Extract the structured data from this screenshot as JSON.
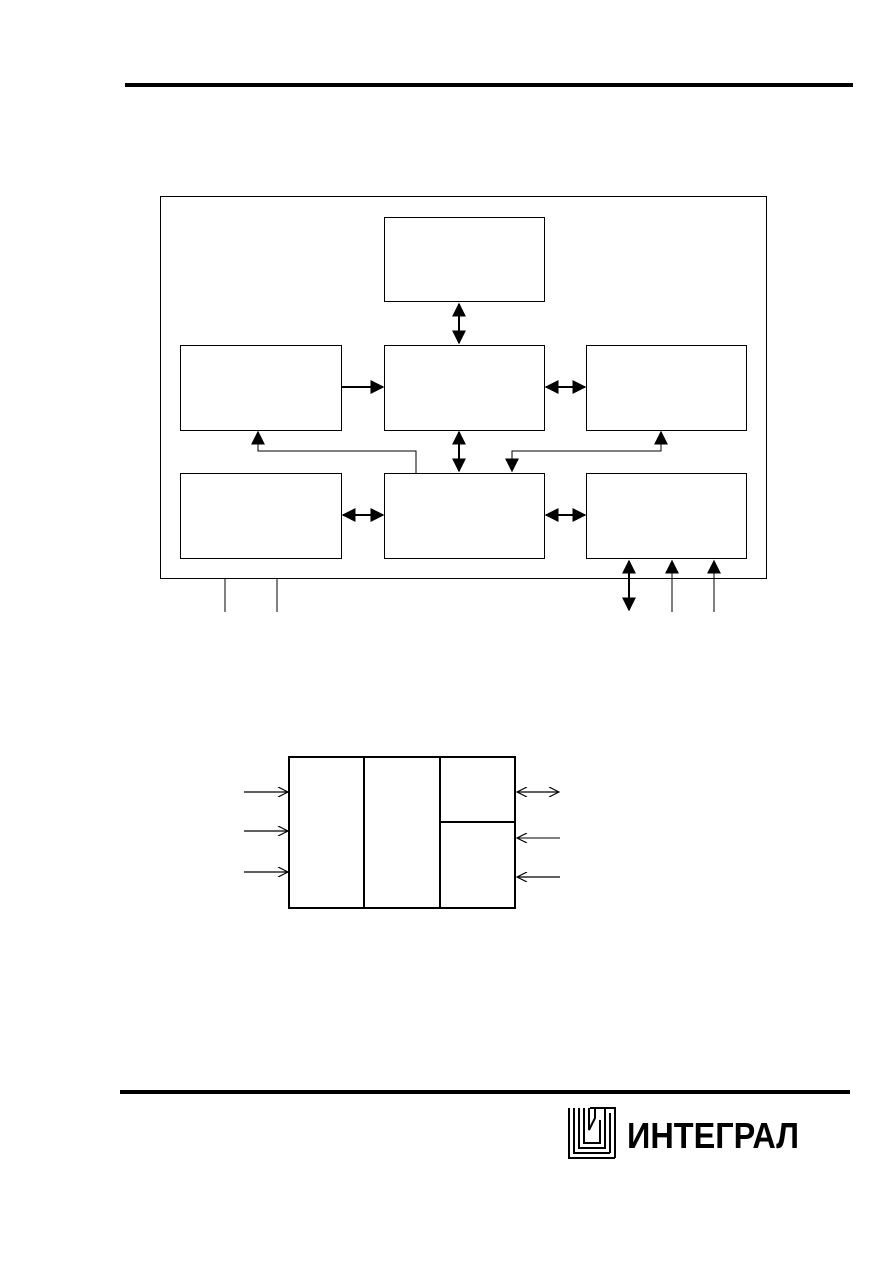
{
  "document": {
    "logo": {
      "brand_text": "ИНТЕГРАЛ",
      "icon": "integral-logo-mark"
    },
    "block_diagram": {
      "blocks": [
        "top-center",
        "middle-left",
        "middle-center",
        "middle-right",
        "bottom-left",
        "bottom-center",
        "bottom-right"
      ],
      "block_labels": []
    },
    "pinout_symbol": {
      "columns": 3,
      "right_column_sections": 2,
      "left_inputs": 3,
      "right_pins": [
        "bidirectional",
        "input",
        "input"
      ]
    },
    "colors": {
      "ink": "#000000",
      "paper": "#ffffff"
    }
  }
}
